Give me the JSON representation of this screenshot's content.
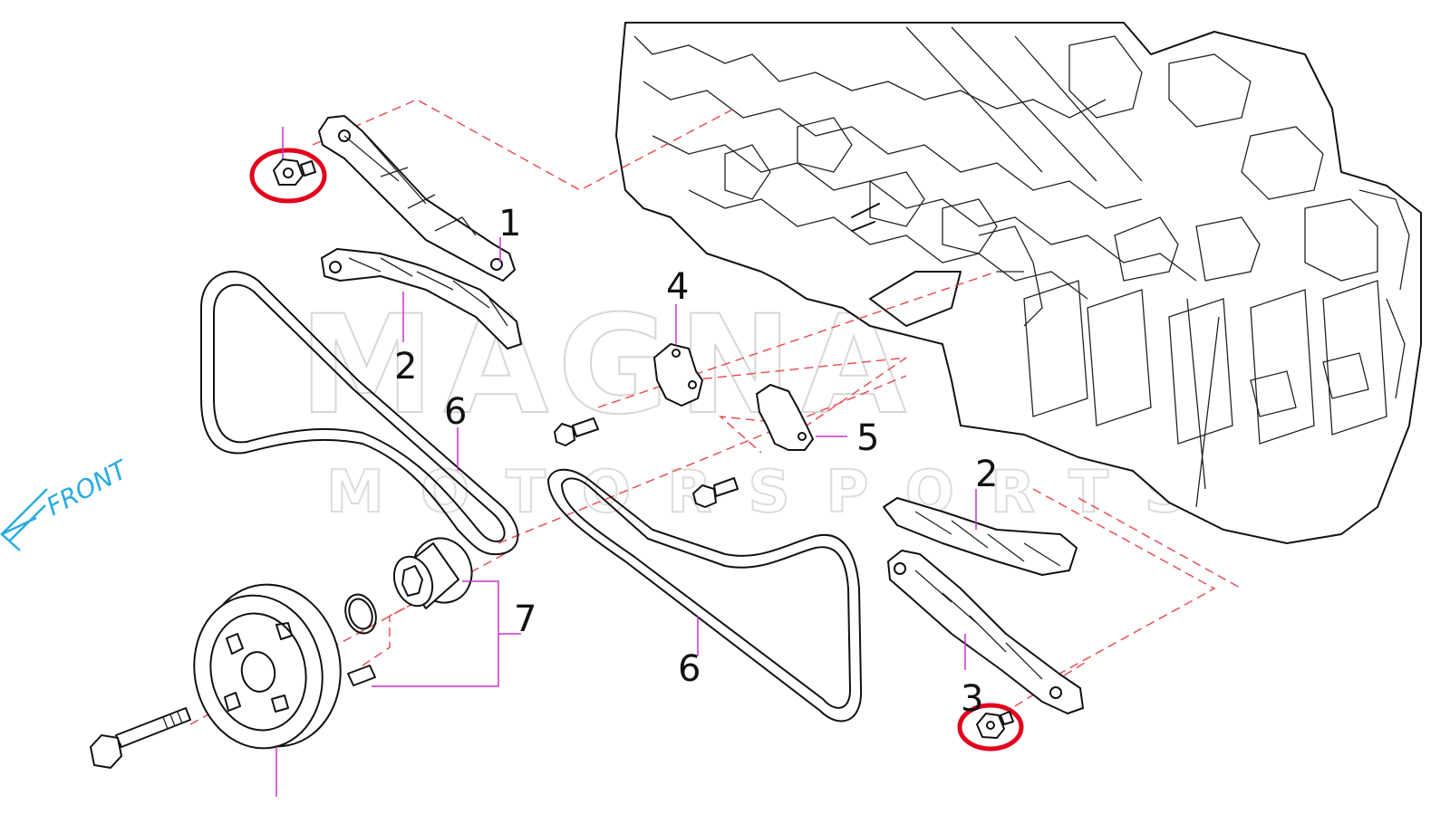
{
  "watermark": {
    "line1": "MAGNA",
    "line2": "MOTORSPORTS"
  },
  "direction_label": "FRONT",
  "callouts": [
    "1",
    "2",
    "2",
    "3",
    "4",
    "5",
    "6",
    "6",
    "7"
  ],
  "colors": {
    "lines": "#111111",
    "dashed_guides": "#e8464a",
    "leaders": "#cc33cc",
    "highlight": "#e3001b",
    "front_arrow": "#29abe2",
    "watermark": "#d7d7d7"
  }
}
